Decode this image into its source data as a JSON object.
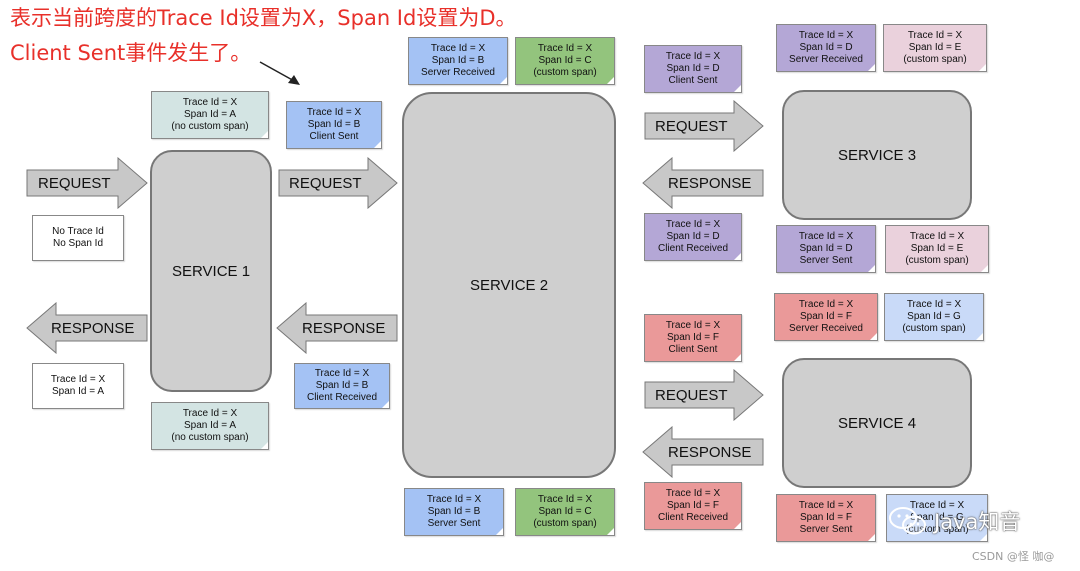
{
  "annotation": {
    "line1": "表示当前跨度的Trace Id设置为X，Span Id设置为D。",
    "line2": "Client Sent事件发生了。"
  },
  "services": {
    "s1": "SERVICE 1",
    "s2": "SERVICE 2",
    "s3": "SERVICE 3",
    "s4": "SERVICE 4"
  },
  "arrows": {
    "request": "REQUEST",
    "response": "RESPONSE"
  },
  "notes": {
    "s1_req_in": [
      "No Trace Id",
      "No Span Id"
    ],
    "s1_sr": [
      "Trace Id = X",
      "Span Id = A",
      "(no custom span)"
    ],
    "s1_ss": [
      "Trace Id = X",
      "Span Id = A",
      "(no custom span)"
    ],
    "s1_resp": [
      "Trace Id = X",
      "Span Id = A"
    ],
    "s1_cs": [
      "Trace Id = X",
      "Span Id = B",
      "Client Sent"
    ],
    "s1_cr": [
      "Trace Id = X",
      "Span Id = B",
      "Client Received"
    ],
    "s2_sr": [
      "Trace Id = X",
      "Span Id = B",
      "Server Received"
    ],
    "s2_custom_top": [
      "Trace Id = X",
      "Span Id = C",
      "(custom span)"
    ],
    "s2_ss": [
      "Trace Id = X",
      "Span Id = B",
      "Server Sent"
    ],
    "s2_custom_bottom": [
      "Trace Id = X",
      "Span Id = C",
      "(custom span)"
    ],
    "s2_cs_d": [
      "Trace Id = X",
      "Span Id = D",
      "Client Sent"
    ],
    "s2_cr_d": [
      "Trace Id = X",
      "Span Id = D",
      "Client Received"
    ],
    "s2_cs_f": [
      "Trace Id = X",
      "Span Id = F",
      "Client Sent"
    ],
    "s2_cr_f": [
      "Trace Id = X",
      "Span Id = F",
      "Client Received"
    ],
    "s3_sr": [
      "Trace Id = X",
      "Span Id = D",
      "Server Received"
    ],
    "s3_custom_top": [
      "Trace Id = X",
      "Span Id = E",
      "(custom span)"
    ],
    "s3_ss": [
      "Trace Id = X",
      "Span Id = D",
      "Server Sent"
    ],
    "s3_custom_bottom": [
      "Trace Id = X",
      "Span Id = E",
      "(custom span)"
    ],
    "s4_sr": [
      "Trace Id = X",
      "Span Id = F",
      "Server Received"
    ],
    "s4_custom_top": [
      "Trace Id = X",
      "Span Id = G",
      "(custom span)"
    ],
    "s4_ss": [
      "Trace Id = X",
      "Span Id = F",
      "Server Sent"
    ],
    "s4_custom_bottom": [
      "Trace Id = X",
      "Span Id = G",
      "(custom span)"
    ]
  },
  "colors": {
    "annotation": "#e8302a",
    "service_fill": "#cfcfcf",
    "arrow_fill": "#c8c8c8",
    "note_white": "#ffffff",
    "note_teal": "#d3e4e3",
    "note_blue": "#a4c2f4",
    "note_green": "#93c47d",
    "note_purple": "#b4a7d6",
    "note_pink": "#ead1dc",
    "note_red": "#ea9999",
    "note_lightblue": "#c9daf8"
  },
  "watermark": {
    "text": "Java知音",
    "icon": "wechat-icon"
  },
  "credit": "CSDN @怪 咖@"
}
